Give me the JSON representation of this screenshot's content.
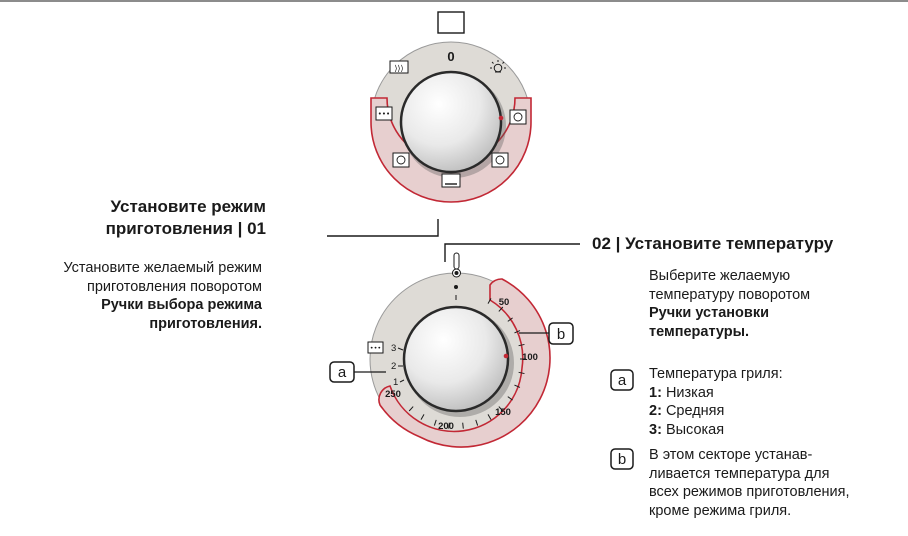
{
  "step1": {
    "title_line1": "Установите режим",
    "title_line2": "приготовления | 01",
    "desc_line1": "Установите желаемый режим",
    "desc_line2": "приготовления поворотом",
    "desc_bold1": "Ручки выбора режима",
    "desc_bold2": "приготовления."
  },
  "step2": {
    "title": "02 | Установите температуру",
    "desc_line1": "Выберите желаемую",
    "desc_line2": "температуру поворотом",
    "desc_bold1": "Ручки установки",
    "desc_bold2": "температуры."
  },
  "mode_knob": {
    "zero_label": "0"
  },
  "temp_knob": {
    "grill_levels": [
      "3",
      "2",
      "1"
    ],
    "temp_labels": [
      "50",
      "100",
      "150",
      "200",
      "250"
    ]
  },
  "callouts": {
    "a": "a",
    "b": "b"
  },
  "notes": {
    "a_title": "Температура гриля:",
    "a_items": [
      {
        "key": "1:",
        "text": "Низкая"
      },
      {
        "key": "2:",
        "text": "Средняя"
      },
      {
        "key": "3:",
        "text": "Высокая"
      }
    ],
    "b_lines": [
      "В этом секторе устанав-",
      "ливается температура для",
      "всех режимов приготовления,",
      "кроме режима гриля."
    ]
  },
  "colors": {
    "accent": "#c22835",
    "sector": "#e7cfcf",
    "bezel": "#dedbd6",
    "ink": "#1a1a1a"
  }
}
